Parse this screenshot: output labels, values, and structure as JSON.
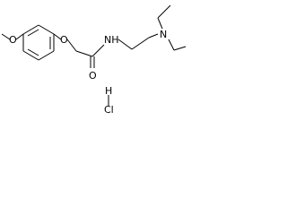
{
  "molecule": {
    "atoms": {
      "methoxy_o": "O",
      "ether_o": "O",
      "amide_nh": "NH",
      "carbonyl_o": "O",
      "amine_n": "N",
      "hcl_h": "H",
      "hcl_cl": "Cl"
    }
  }
}
